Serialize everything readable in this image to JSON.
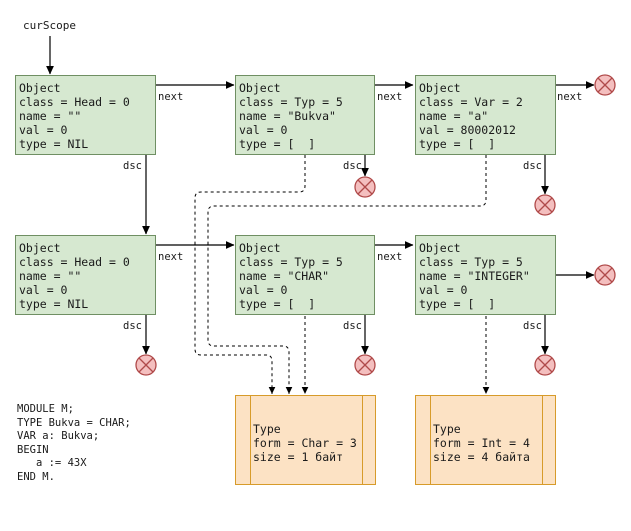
{
  "pointer_label": "curScope",
  "edge_labels": {
    "next": "next",
    "dsc": "dsc"
  },
  "objects": [
    {
      "id": "head1",
      "title": "Object",
      "lines": [
        "class = Head = 0",
        "name = \"\"",
        "val = 0",
        "type = NIL"
      ]
    },
    {
      "id": "typ_bukva",
      "title": "Object",
      "lines": [
        "class = Typ = 5",
        "name = \"Bukva\"",
        "val = 0",
        "type = [  ]"
      ]
    },
    {
      "id": "var_a",
      "title": "Object",
      "lines": [
        "class = Var = 2",
        "name = \"a\"",
        "val = 80002012",
        "type = [  ]"
      ]
    },
    {
      "id": "head2",
      "title": "Object",
      "lines": [
        "class = Head = 0",
        "name = \"\"",
        "val = 0",
        "type = NIL"
      ]
    },
    {
      "id": "typ_char",
      "title": "Object",
      "lines": [
        "class = Typ = 5",
        "name = \"CHAR\"",
        "val = 0",
        "type = [  ]"
      ]
    },
    {
      "id": "typ_integer",
      "title": "Object",
      "lines": [
        "class = Typ = 5",
        "name = \"INTEGER\"",
        "val = 0",
        "type = [  ]"
      ]
    }
  ],
  "types": [
    {
      "id": "type_char",
      "title": "Type",
      "lines": [
        "form = Char = 3",
        "size = 1 байт"
      ]
    },
    {
      "id": "type_int",
      "title": "Type",
      "lines": [
        "form = Int = 4",
        "size = 4 байта"
      ]
    }
  ],
  "code": "MODULE M;\nTYPE Bukva = CHAR;\nVAR a: Bukva;\nBEGIN\n   a := 43X\nEND M.",
  "colors": {
    "object_fill": "#d6e8d0",
    "object_stroke": "#6f8f63",
    "type_fill": "#fce2c4",
    "type_stroke": "#d79b2a",
    "nil_fill": "#f4bfbf",
    "nil_stroke": "#b04a4a",
    "line": "#000000"
  }
}
